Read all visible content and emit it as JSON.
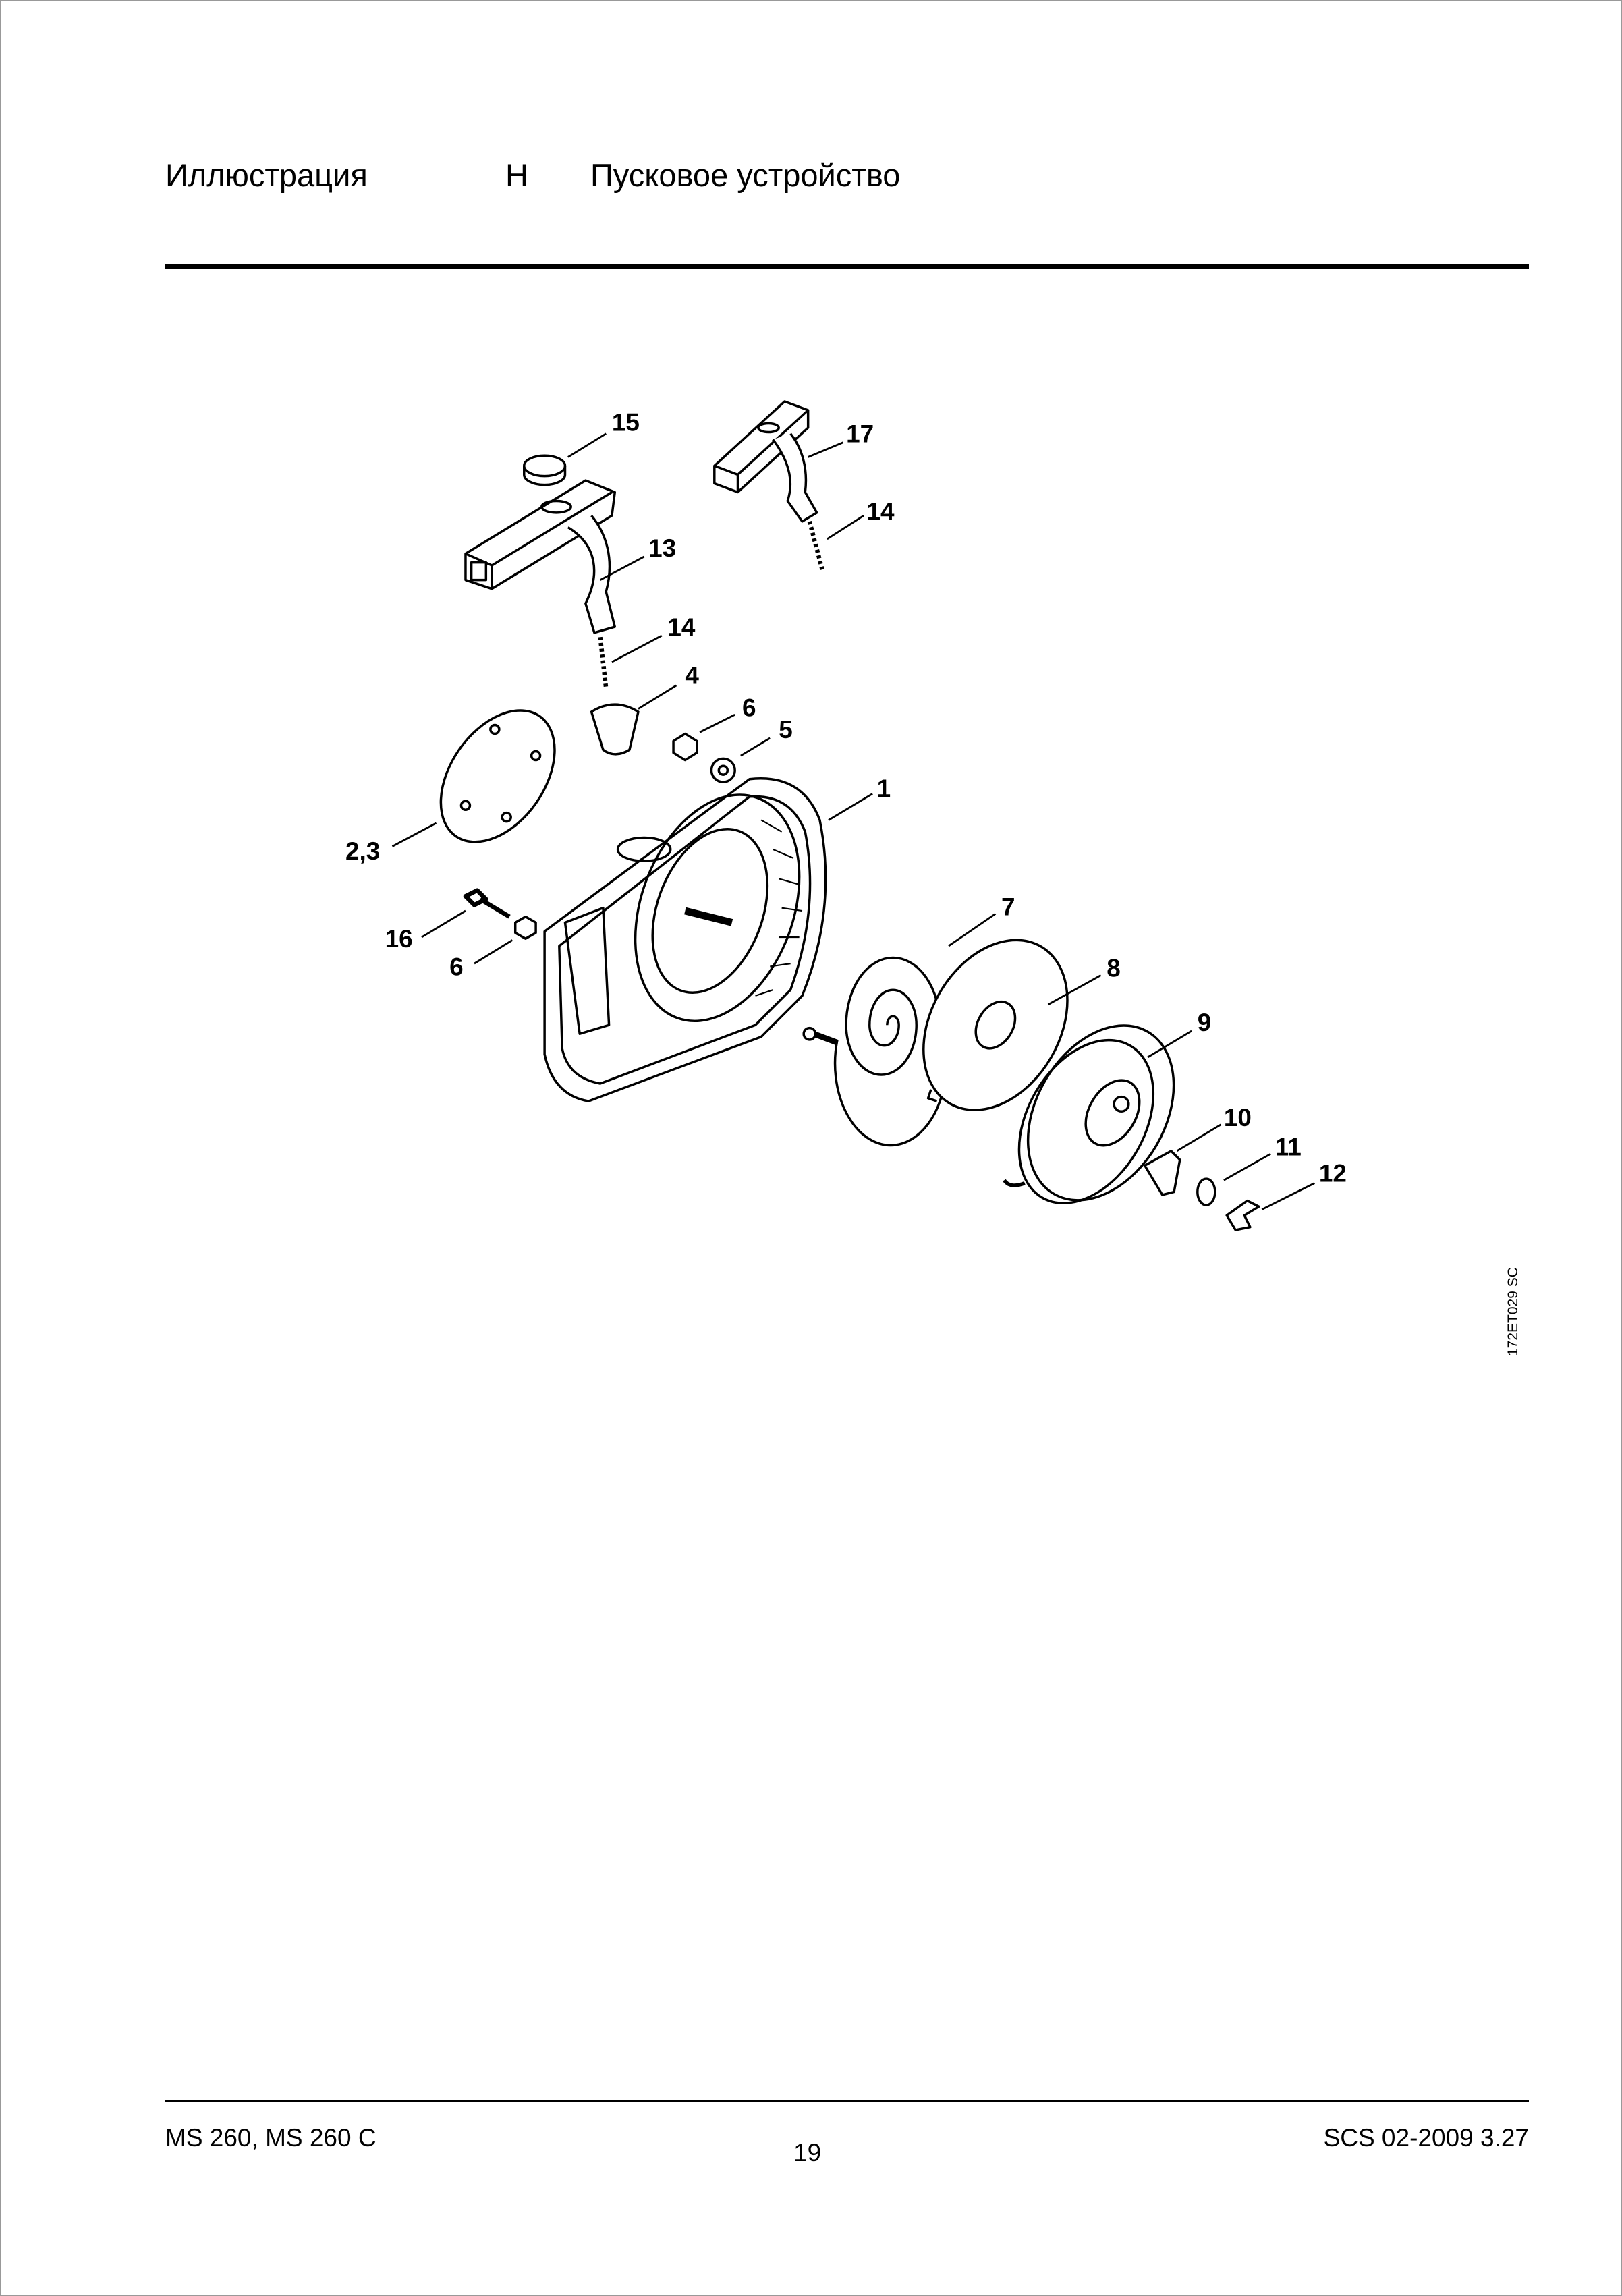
{
  "header": {
    "label": "Иллюстрация",
    "letter": "H",
    "title": "Пусковое устройство"
  },
  "figure": {
    "code": "172ET029 SC",
    "callouts": [
      "15",
      "17",
      "14",
      "13",
      "14",
      "4",
      "6",
      "5",
      "1",
      "2,3",
      "16",
      "6",
      "7",
      "8",
      "9",
      "10",
      "11",
      "12"
    ]
  },
  "footer": {
    "model": "MS 260, MS 260 C",
    "page": "19",
    "edition": "SCS 02-2009 3.27"
  }
}
